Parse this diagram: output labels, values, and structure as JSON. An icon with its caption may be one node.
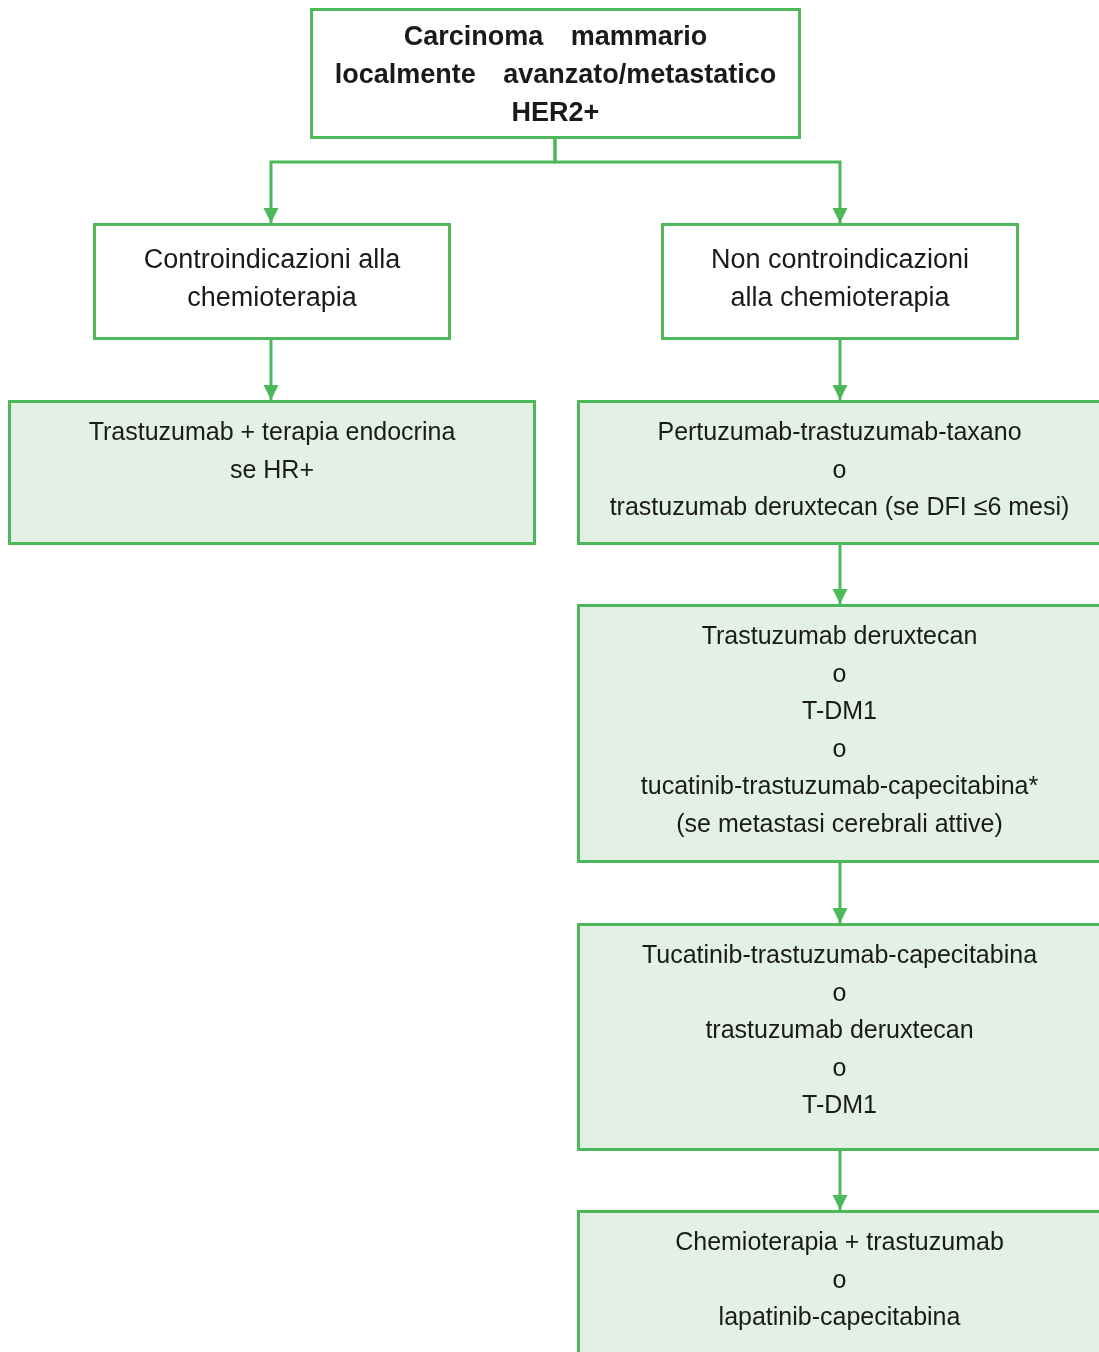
{
  "diagram": {
    "nodes": [
      {
        "text": [
          "Carcinoma mammario localmente avanzato/metastatico HER2+"
        ]
      },
      {
        "text": [
          "Controindicazioni alla chemioterapia"
        ]
      },
      {
        "text": [
          "Non controindicazioni alla chemioterapia"
        ]
      },
      {
        "text": [
          "Trastuzumab + terapia endocrina se HR+"
        ]
      },
      {
        "text": [
          "Pertuzumab-trastuzumab-taxano",
          "o",
          "trastuzumab deruxtecan (se DFI ≤6 mesi)"
        ]
      },
      {
        "text": [
          "Trastuzumab deruxtecan",
          "o",
          "T-DM1",
          "o",
          "tucatinib-trastuzumab-capecitabina* (se metastasi cerebrali attive)"
        ]
      },
      {
        "text": [
          "Tucatinib-trastuzumab-capecitabina",
          "o",
          "trastuzumab deruxtecan",
          "o",
          "T-DM1"
        ]
      },
      {
        "text": [
          "Chemioterapia + trastuzumab",
          "o",
          "lapatinib-capecitabina"
        ]
      }
    ],
    "edges": [
      {
        "from": 0,
        "to": 1,
        "arrow": "to"
      },
      {
        "from": 0,
        "to": 2,
        "arrow": "to"
      },
      {
        "from": 1,
        "to": 3,
        "arrow": "to"
      },
      {
        "from": 2,
        "to": 4,
        "arrow": "to"
      },
      {
        "from": 4,
        "to": 5,
        "arrow": "to"
      },
      {
        "from": 5,
        "to": 6,
        "arrow": "to"
      },
      {
        "from": 6,
        "to": 7,
        "arrow": "to"
      }
    ]
  }
}
